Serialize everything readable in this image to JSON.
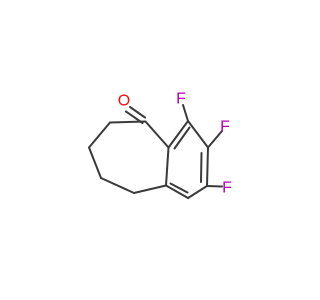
{
  "molecule": {
    "atoms": {
      "oxygen": "O",
      "fluorine_top": "F",
      "fluorine_mid": "F",
      "fluorine_bottom": "F"
    },
    "colors": {
      "carbon_bond": "#3a3a3a",
      "oxygen": "#ff0d0d",
      "fluorine": "#b400b4"
    }
  }
}
